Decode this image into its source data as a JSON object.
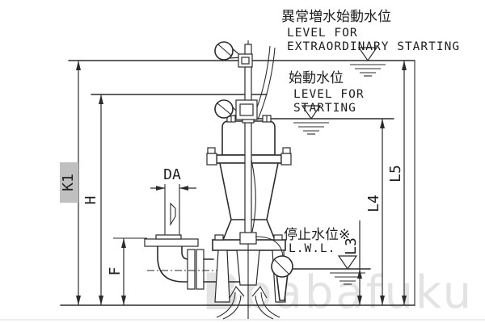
{
  "diagram": {
    "title_hint": "submersible pump installation water-level drawing",
    "levels": {
      "extraordinary": {
        "jp": "異常増水始動水位",
        "en_line1": "LEVEL FOR",
        "en_line2": "EXTRAORDINARY STARTING"
      },
      "starting": {
        "jp": "始動水位",
        "en_line1": "LEVEL FOR",
        "en_line2": "STARTING"
      },
      "stop": {
        "jp": "停止水位※",
        "en_line1": "L.W.L."
      }
    },
    "dimensions": {
      "k1": "K1",
      "h": "H",
      "f": "F",
      "da": "DA",
      "l3": "L3",
      "l4": "L4",
      "l5": "L5"
    },
    "watermark": {
      "logo": "B",
      "logo_sub": "ABA",
      "text": "babafuku"
    },
    "colors": {
      "line": "#2b2b2b",
      "k1_highlight": "#c0c0c0",
      "watermark": "#e3e3e3",
      "background": "#ffffff"
    }
  }
}
